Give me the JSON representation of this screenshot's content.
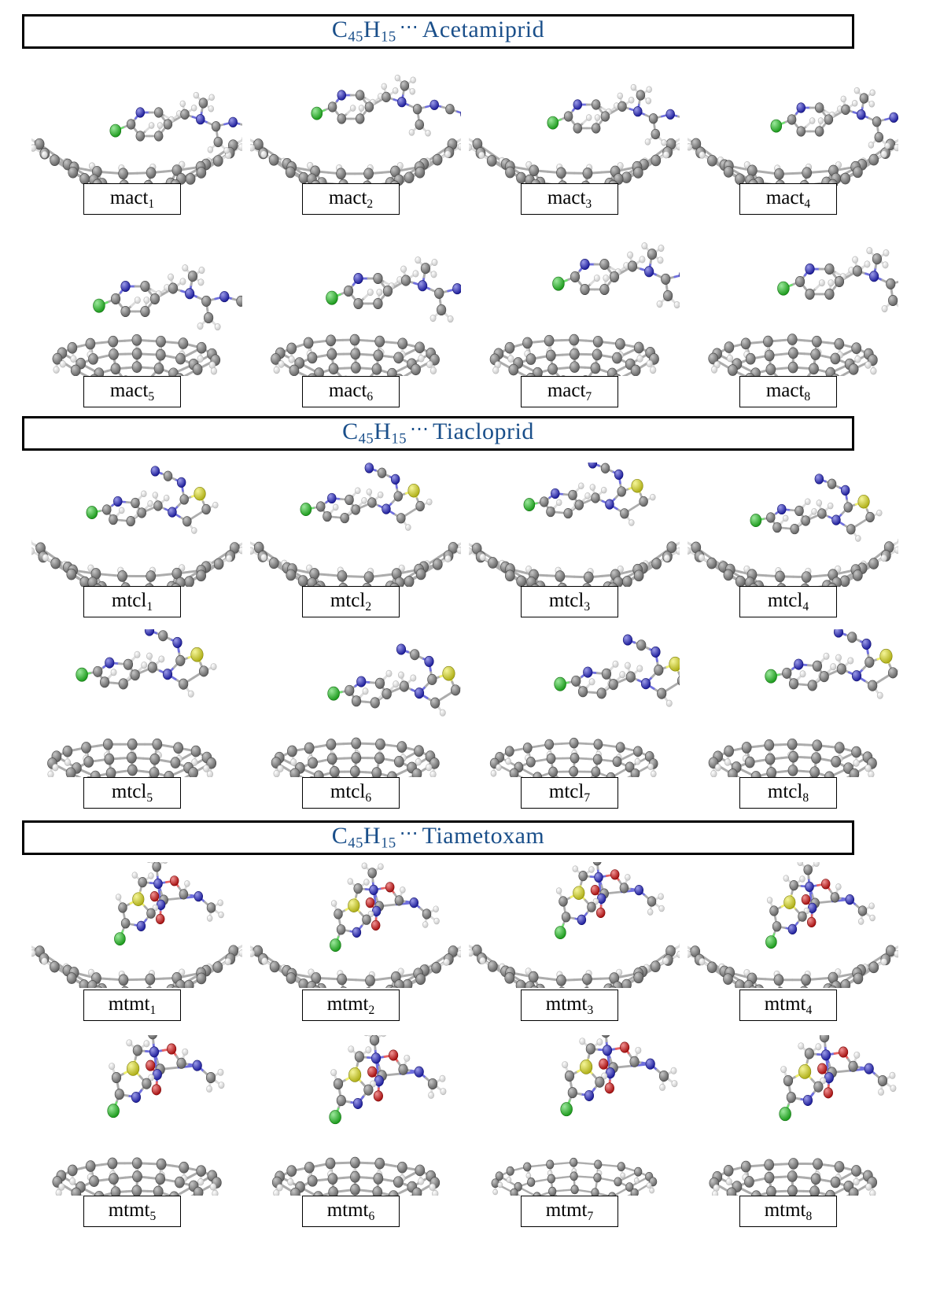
{
  "figure": {
    "kind": "molecular-structure-grid",
    "palette": {
      "carbon": "#808080",
      "hydrogen": "#f2f2f2",
      "nitrogen": "#2222cc",
      "chlorine": "#22cc22",
      "sulfur": "#e8e81c",
      "oxygen": "#dd1111",
      "bond": "#b9b9b9",
      "title_color": "#1a4f8a",
      "border_color": "#000000",
      "background": "#ffffff"
    }
  },
  "sections": [
    {
      "id": "acetamiprid",
      "formula": "C",
      "formula_sub1": "45",
      "formula_h": "H",
      "formula_sub2": "15",
      "separator": "⋯",
      "ligand": "Acetamiprid",
      "title_plain": "C45H15 ⋯ Acetamiprid",
      "labels": [
        {
          "stem": "mact",
          "index": "1"
        },
        {
          "stem": "mact",
          "index": "2"
        },
        {
          "stem": "mact",
          "index": "3"
        },
        {
          "stem": "mact",
          "index": "4"
        },
        {
          "stem": "mact",
          "index": "5"
        },
        {
          "stem": "mact",
          "index": "6"
        },
        {
          "stem": "mact",
          "index": "7"
        },
        {
          "stem": "mact",
          "index": "8"
        }
      ],
      "heteroatoms_present": [
        "nitrogen",
        "chlorine"
      ]
    },
    {
      "id": "tiacloprid",
      "formula": "C",
      "formula_sub1": "45",
      "formula_h": "H",
      "formula_sub2": "15",
      "separator": "⋯",
      "ligand": "Tiacloprid",
      "title_plain": "C45H15 ⋯ Tiacloprid",
      "labels": [
        {
          "stem": "mtcl",
          "index": "1"
        },
        {
          "stem": "mtcl",
          "index": "2"
        },
        {
          "stem": "mtcl",
          "index": "3"
        },
        {
          "stem": "mtcl",
          "index": "4"
        },
        {
          "stem": "mtcl",
          "index": "5"
        },
        {
          "stem": "mtcl",
          "index": "6"
        },
        {
          "stem": "mtcl",
          "index": "7"
        },
        {
          "stem": "mtcl",
          "index": "8"
        }
      ],
      "heteroatoms_present": [
        "nitrogen",
        "chlorine",
        "sulfur"
      ]
    },
    {
      "id": "tiametoxam",
      "formula": "C",
      "formula_sub1": "45",
      "formula_h": "H",
      "formula_sub2": "15",
      "separator": "⋯",
      "ligand": "Tiametoxam",
      "title_plain": "C45H15 ⋯ Tiametoxam",
      "labels": [
        {
          "stem": "mtmt",
          "index": "1"
        },
        {
          "stem": "mtmt",
          "index": "2"
        },
        {
          "stem": "mtmt",
          "index": "3"
        },
        {
          "stem": "mtmt",
          "index": "4"
        },
        {
          "stem": "mtmt",
          "index": "5"
        },
        {
          "stem": "mtmt",
          "index": "6"
        },
        {
          "stem": "mtmt",
          "index": "7"
        },
        {
          "stem": "mtmt",
          "index": "8"
        }
      ],
      "heteroatoms_present": [
        "nitrogen",
        "chlorine",
        "sulfur",
        "oxygen"
      ]
    }
  ]
}
